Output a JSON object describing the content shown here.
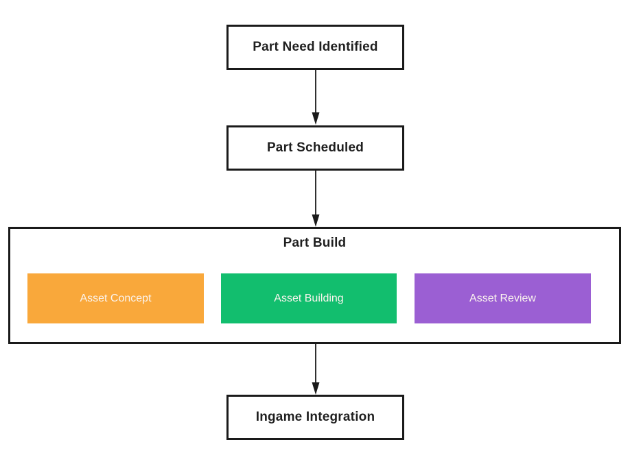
{
  "flowchart": {
    "part_need_identified": {
      "label": "Part Need Identified"
    },
    "part_scheduled": {
      "label": "Part Scheduled"
    },
    "part_build": {
      "label": "Part Build",
      "children": [
        {
          "label": "Asset Concept",
          "color": "#F9A83B"
        },
        {
          "label": "Asset Building",
          "color": "#12BE6E"
        },
        {
          "label": "Asset Review",
          "color": "#9B5FD3"
        }
      ]
    },
    "ingame_integration": {
      "label": "Ingame Integration"
    },
    "colors": {
      "node_border": "#1A1A1A",
      "node_text": "#1F1F1F",
      "child_text": "#FBF4EE",
      "arrow": "#1A1A1A",
      "background": "#FFFFFF"
    }
  }
}
